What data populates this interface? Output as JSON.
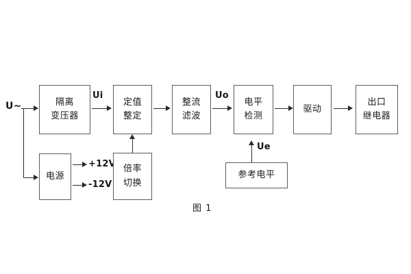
{
  "figure": {
    "caption": "图 1",
    "background_color": "#ffffff",
    "box_border_color": "#5a5a5a",
    "line_color": "#2b2b2b",
    "text_color": "#1a1a1a"
  },
  "blocks": [
    {
      "id": "isolation-transformer",
      "lines": [
        "隔离",
        "变压器"
      ]
    },
    {
      "id": "power-supply",
      "lines": [
        "电源"
      ]
    },
    {
      "id": "setting-adjustment",
      "lines": [
        "定值",
        "整定"
      ]
    },
    {
      "id": "multiplier-switch",
      "lines": [
        "倍率",
        "切换"
      ]
    },
    {
      "id": "rectify-filter",
      "lines": [
        "整流",
        "滤波"
      ]
    },
    {
      "id": "level-detection",
      "lines": [
        "电平",
        "检测"
      ]
    },
    {
      "id": "drive",
      "lines": [
        "驱动"
      ]
    },
    {
      "id": "output-relay",
      "lines": [
        "出口",
        "继电器"
      ]
    },
    {
      "id": "reference-level",
      "lines": [
        "参考电平"
      ]
    }
  ],
  "signals": {
    "input_supply": "U~",
    "ui": "Ui",
    "uo": "Uo",
    "ue": "Ue",
    "rail_positive": "+12V",
    "rail_negative": "-12V"
  }
}
